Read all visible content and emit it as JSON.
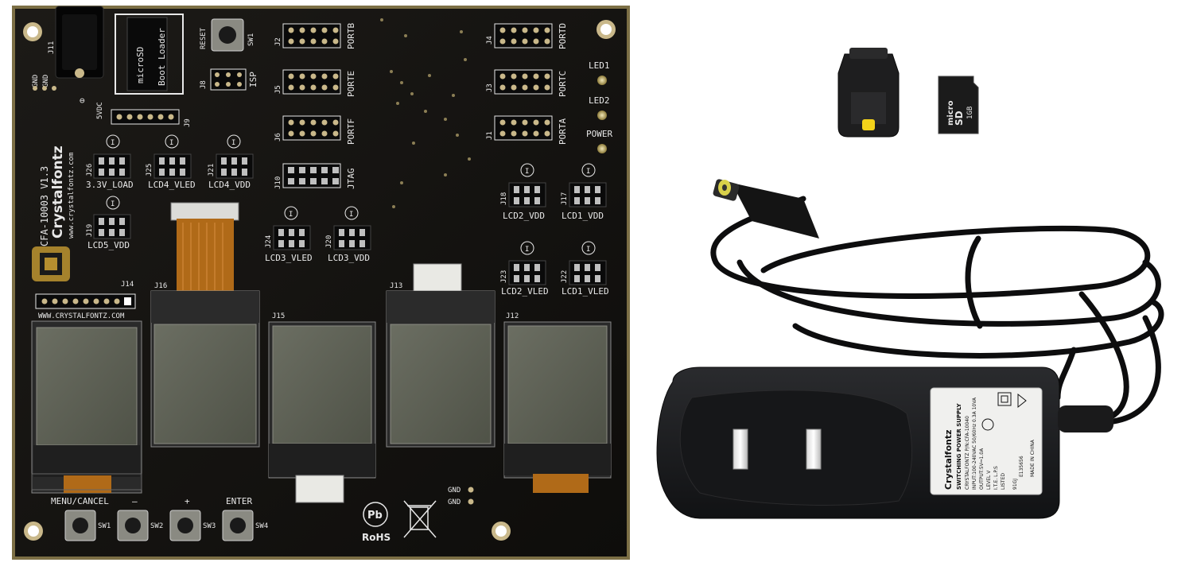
{
  "board": {
    "model": "CFA-10003 V1.3",
    "brand": "Crystalfontz",
    "website": "www.crystalfontz.com",
    "website_vertical": "WWW.CRYSTALFONTZ.COM",
    "jacks": {
      "j11": "J11",
      "j9": "J9",
      "j8": "J8",
      "gnd": "GND",
      "vdc": "5VDC"
    },
    "microsd": {
      "label": "microSD",
      "boot": "Boot Loader"
    },
    "reset": {
      "label": "RESET",
      "sw": "SW1"
    },
    "isp": "ISP",
    "ports": [
      {
        "ref": "J2",
        "name": "PORTB"
      },
      {
        "ref": "J5",
        "name": "PORTE"
      },
      {
        "ref": "J6",
        "name": "PORTF"
      },
      {
        "ref": "J10",
        "name": "JTAG"
      },
      {
        "ref": "J4",
        "name": "PORTD"
      },
      {
        "ref": "J3",
        "name": "PORTC"
      },
      {
        "ref": "J1",
        "name": "PORTA"
      }
    ],
    "leds": [
      "LED1",
      "LED2",
      "POWER"
    ],
    "jumpers": [
      {
        "ref": "J26",
        "name": "3.3V_LOAD"
      },
      {
        "ref": "J25",
        "name": "LCD4_VLED"
      },
      {
        "ref": "J21",
        "name": "LCD4_VDD"
      },
      {
        "ref": "J19",
        "name": "LCD5_VDD"
      },
      {
        "ref": "J24",
        "name": "LCD3_VLED"
      },
      {
        "ref": "J20",
        "name": "LCD3_VDD"
      },
      {
        "ref": "J18",
        "name": "LCD2_VDD"
      },
      {
        "ref": "J17",
        "name": "LCD1_VDD"
      },
      {
        "ref": "J23",
        "name": "LCD2_VLED"
      },
      {
        "ref": "J22",
        "name": "LCD1_VLED"
      }
    ],
    "lcd_refs": [
      "J14",
      "J16",
      "J15",
      "J13",
      "J12"
    ],
    "buttons": [
      {
        "label": "MENU/CANCEL",
        "sw": "SW1"
      },
      {
        "label": "–",
        "sw": "SW2"
      },
      {
        "label": "+",
        "sw": "SW3"
      },
      {
        "label": "ENTER",
        "sw": "SW4"
      }
    ],
    "gnd_bottom": [
      "GND",
      "GND"
    ],
    "rohs": {
      "pb": "Pb",
      "text": "RoHS"
    }
  },
  "sdcard": {
    "micro": "micro",
    "sd": "SD",
    "size": "1GB"
  },
  "adapter": {
    "brand": "Crystalfontz",
    "title": "SWITCHING POWER SUPPLY",
    "model": "CRYSTALFONTZ P/N:CFA-10040",
    "input": "INPUT:100-240VAC 50/60Hz 0.3A 10VA",
    "output": "OUTPUT:5V⎓1.0A",
    "level": "LEVEL V",
    "ite": "I.T.E. L.P.S",
    "listed": "LISTED",
    "e_num": "E135656",
    "made": "MADE IN CHINA",
    "code": "91GJ"
  },
  "colors": {
    "pcb": "#141210",
    "pcb_edge": "#8a7a4a",
    "silk": "#e8e8e8",
    "lcd_glass": "#5c5f52",
    "lcd_frame": "#3a3a3a",
    "flex": "#b06a18",
    "adapter": "#1a1b1d",
    "sd_card": "#1b1b1b"
  }
}
